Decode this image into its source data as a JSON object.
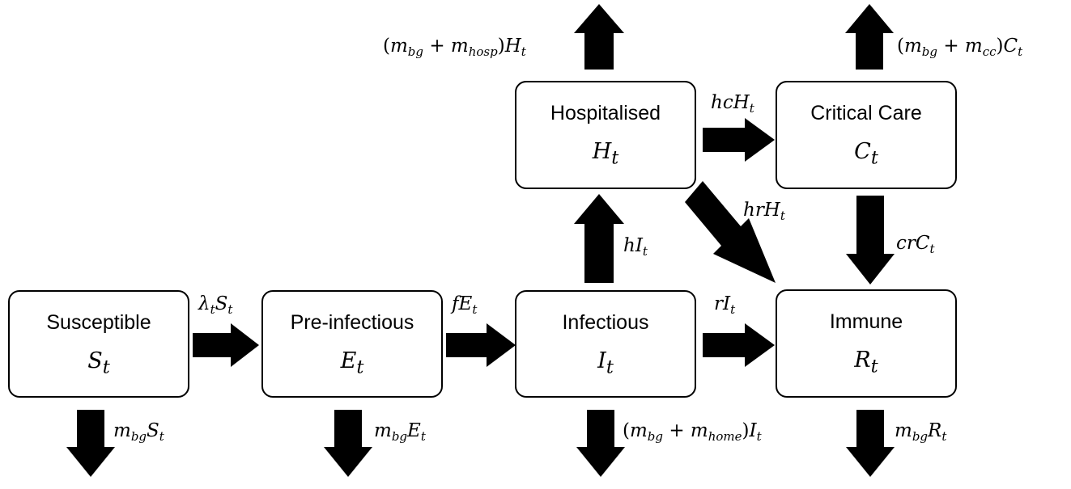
{
  "compartments": {
    "susceptible": {
      "name": "Susceptible",
      "symbol": "S",
      "sub": "t"
    },
    "preinfectious": {
      "name": "Pre-infectious",
      "symbol": "E",
      "sub": "t"
    },
    "infectious": {
      "name": "Infectious",
      "symbol": "I",
      "sub": "t"
    },
    "immune": {
      "name": "Immune",
      "symbol": "R",
      "sub": "t"
    },
    "hospitalised": {
      "name": "Hospitalised",
      "symbol": "H",
      "sub": "t"
    },
    "critical": {
      "name": "Critical Care",
      "symbol": "C",
      "sub": "t"
    }
  },
  "rates": {
    "lambda_s": {
      "a": "λ",
      "a_sub": "t",
      "b": "S",
      "b_sub": "t"
    },
    "f_e": {
      "a": "fE",
      "a_sub": "t"
    },
    "r_i": {
      "a": "rI",
      "a_sub": "t"
    },
    "h_i": {
      "a": "hI",
      "a_sub": "t"
    },
    "hc_h": {
      "a": "hcH",
      "a_sub": "t"
    },
    "hr_h": {
      "a": "hrH",
      "a_sub": "t"
    },
    "cr_c": {
      "a": "crC",
      "a_sub": "t"
    },
    "mbg_s": {
      "a": "m",
      "a_sub": "bg",
      "b": "S",
      "b_sub": "t"
    },
    "mbg_e": {
      "a": "m",
      "a_sub": "bg",
      "b": "E",
      "b_sub": "t"
    },
    "mbg_r": {
      "a": "m",
      "a_sub": "bg",
      "b": "R",
      "b_sub": "t"
    },
    "m_home_i": {
      "open": "(",
      "a": "m",
      "a_sub": "bg",
      "plus": " + ",
      "b": "m",
      "b_sub": "home",
      "close": ")",
      "c": "I",
      "c_sub": "t"
    },
    "m_hosp_h": {
      "open": "(",
      "a": "m",
      "a_sub": "bg",
      "plus": " + ",
      "b": "m",
      "b_sub": "hosp",
      "close": ")",
      "c": "H",
      "c_sub": "t"
    },
    "m_cc_c": {
      "open": "(",
      "a": "m",
      "a_sub": "bg",
      "plus": " + ",
      "b": "m",
      "b_sub": "cc",
      "close": ")",
      "c": "C",
      "c_sub": "t"
    }
  },
  "colors": {
    "stroke": "#000000",
    "fill": "#ffffff",
    "arrow": "#000000"
  }
}
